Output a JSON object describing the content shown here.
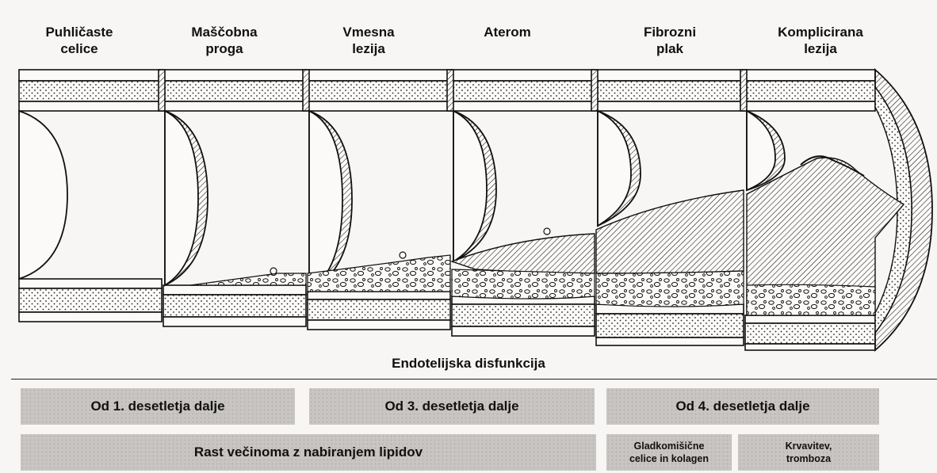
{
  "stages": [
    {
      "label": "Puhličaste\ncelice"
    },
    {
      "label": "Maščobna\nproga"
    },
    {
      "label": "Vmesna\nlezija"
    },
    {
      "label": "Aterom"
    },
    {
      "label": "Fibrozni\nplak"
    },
    {
      "label": "Komplicirana\nlezija"
    }
  ],
  "timeline": {
    "label": "Endotelijska disfunkcija"
  },
  "onset": [
    {
      "label": "Od 1. desetletja dalje"
    },
    {
      "label": "Od 3. desetletja dalje"
    },
    {
      "label": "Od 4. desetletja dalje"
    }
  ],
  "mechanism": [
    {
      "label": "Rast večinoma z nabiranjem lipidov"
    },
    {
      "label": "Gladkomišične\ncelice in kolagen"
    },
    {
      "label": "Krvavitev,\ntromboza"
    }
  ],
  "colors": {
    "background": "#f7f6f4",
    "box_fill": "#c8c5c2",
    "line": "#111111"
  }
}
